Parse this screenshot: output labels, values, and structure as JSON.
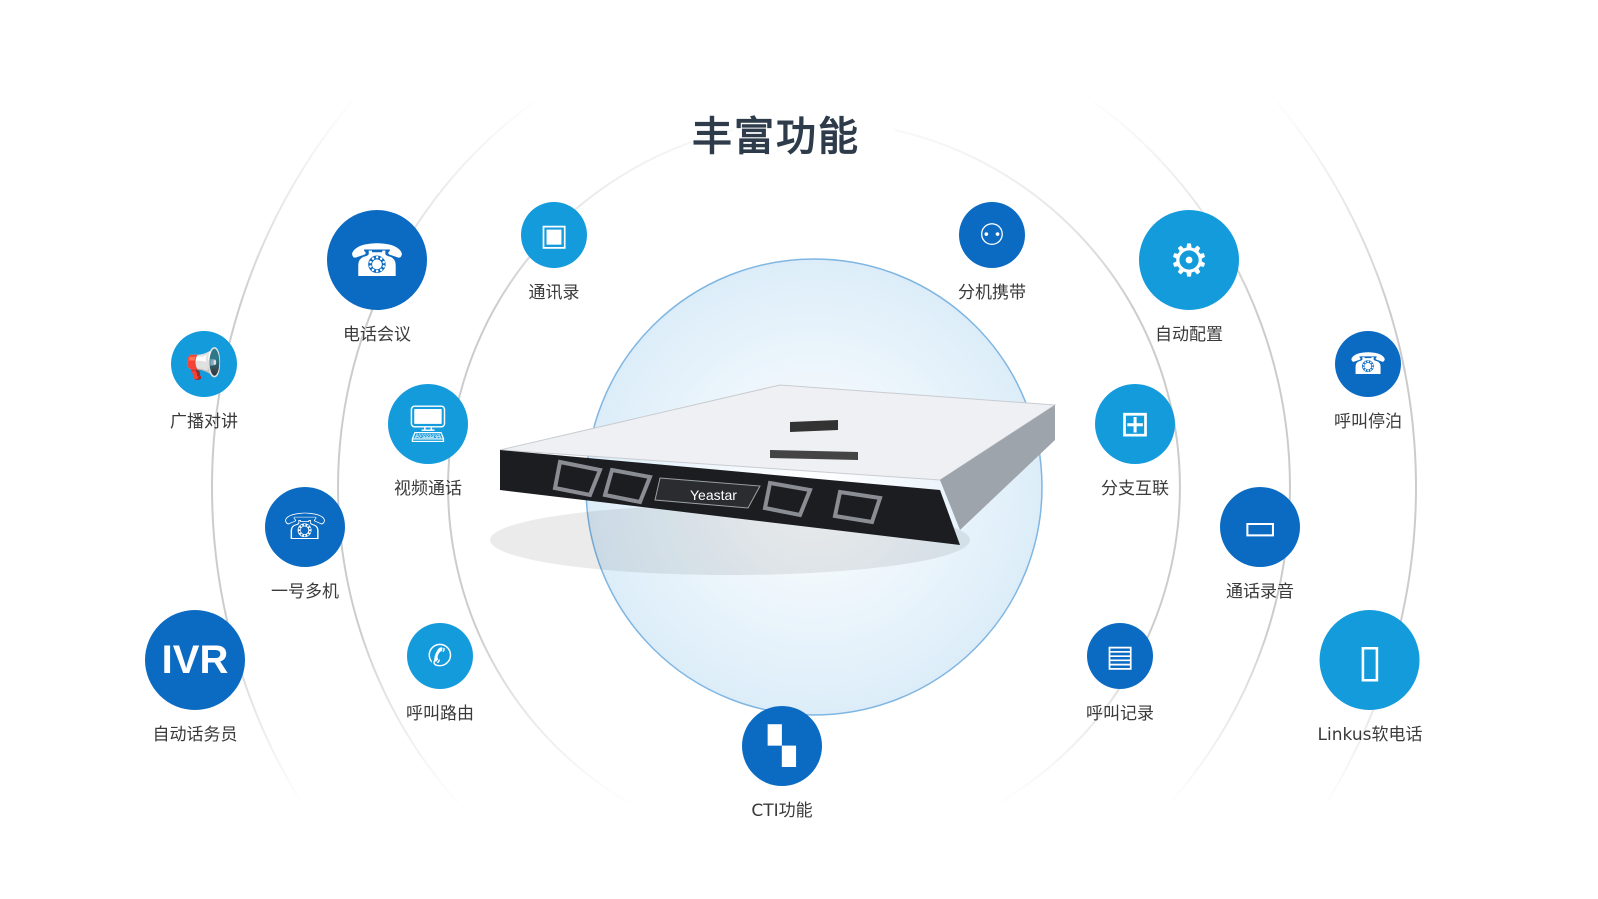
{
  "title": "丰富功能",
  "product": {
    "brand": "Yeastar"
  },
  "features": [
    {
      "id": "conference",
      "label": "电话会议",
      "icon": "conference-call-icon",
      "tone": "dark"
    },
    {
      "id": "contacts",
      "label": "通讯录",
      "icon": "contacts-book-icon",
      "tone": "light"
    },
    {
      "id": "paging",
      "label": "广播对讲",
      "icon": "megaphone-icon",
      "tone": "light"
    },
    {
      "id": "video",
      "label": "视频通话",
      "icon": "video-call-monitor-icon",
      "tone": "light"
    },
    {
      "id": "multidevice",
      "label": "一号多机",
      "icon": "multi-phone-icon",
      "tone": "dark"
    },
    {
      "id": "ivr",
      "label": "自动话务员",
      "icon_text": "IVR",
      "icon": "ivr-icon",
      "tone": "dark"
    },
    {
      "id": "routing",
      "label": "呼叫路由",
      "icon": "phone-handset-icon",
      "tone": "light"
    },
    {
      "id": "cti",
      "label": "CTI功能",
      "icon": "apps-grid-icon",
      "tone": "dark"
    },
    {
      "id": "hotdesk",
      "label": "分机携带",
      "icon": "extension-network-icon",
      "tone": "dark"
    },
    {
      "id": "provision",
      "label": "自动配置",
      "icon": "gear-icon",
      "tone": "light"
    },
    {
      "id": "park",
      "label": "呼叫停泊",
      "icon": "desk-phone-icon",
      "tone": "dark"
    },
    {
      "id": "interconnect",
      "label": "分支互联",
      "icon": "org-chart-icon",
      "tone": "light"
    },
    {
      "id": "recording",
      "label": "通话录音",
      "icon": "tape-recorder-icon",
      "tone": "dark"
    },
    {
      "id": "cdr",
      "label": "呼叫记录",
      "icon": "document-icon",
      "tone": "dark"
    },
    {
      "id": "linkus",
      "label": "Linkus软电话",
      "icon": "softphone-devices-icon",
      "tone": "light"
    }
  ],
  "colors": {
    "dark": "#0b6bc2",
    "light": "#139bdc",
    "title": "#2e3b4b"
  }
}
